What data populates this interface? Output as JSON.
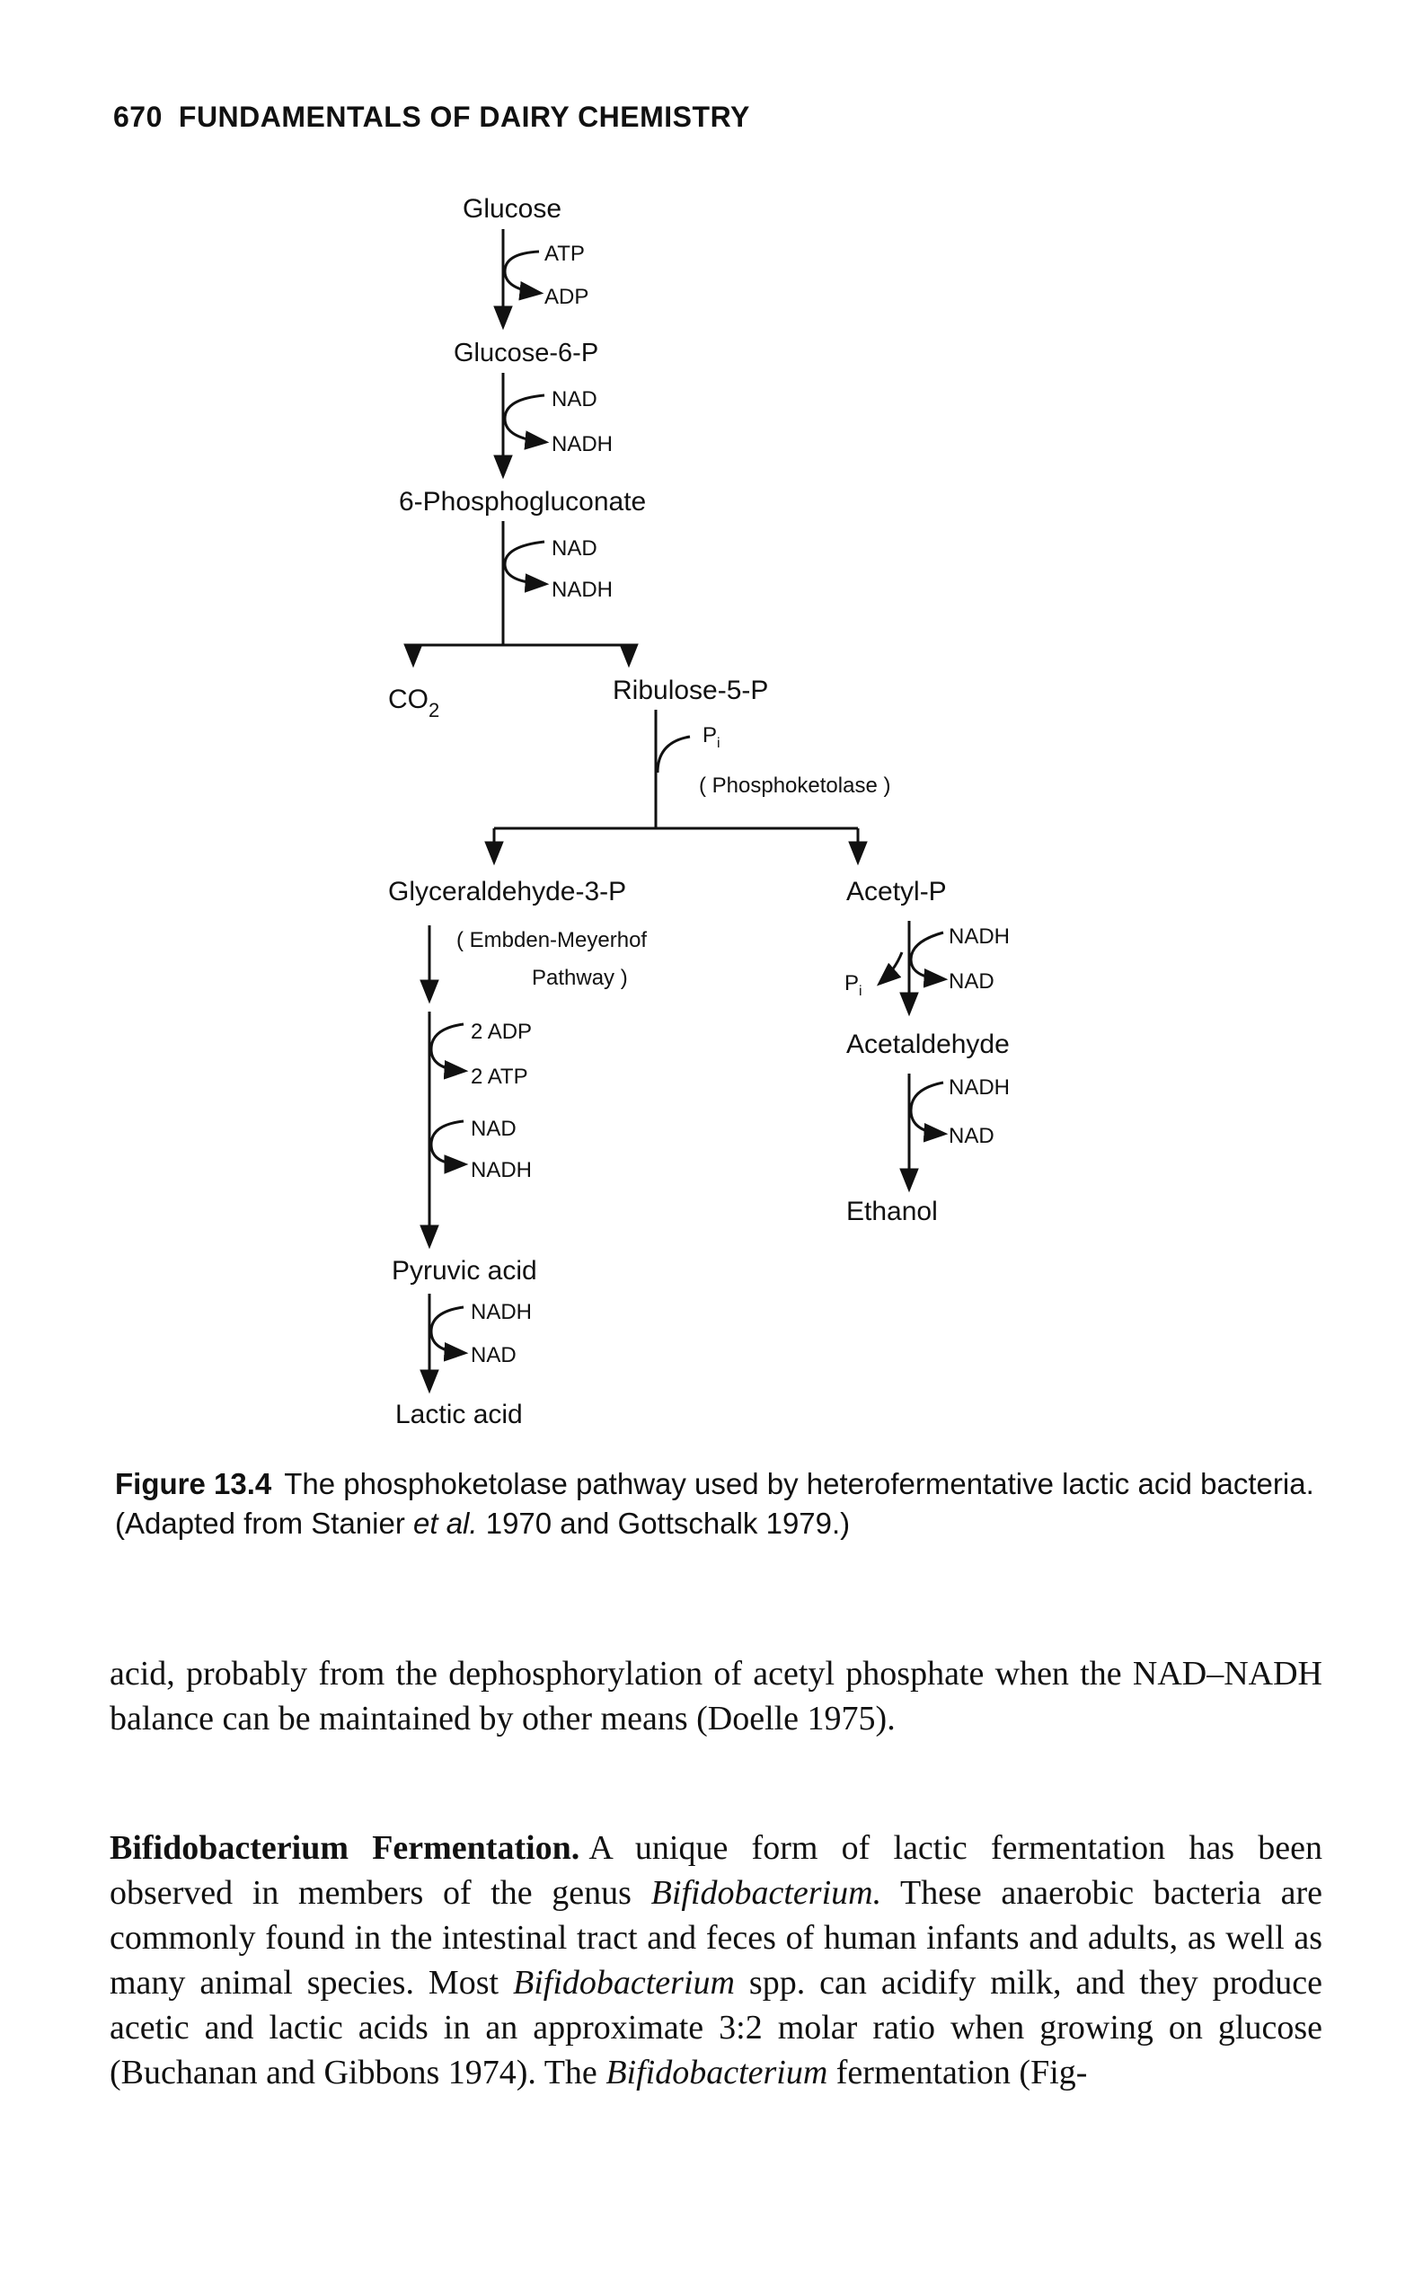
{
  "header": {
    "page_number": "670",
    "running_title": "FUNDAMENTALS OF DAIRY CHEMISTRY"
  },
  "diagram": {
    "glucose": "Glucose",
    "atp": "ATP",
    "adp": "ADP",
    "g6p": "Glucose-6-P",
    "nad_1": "NAD",
    "nadh_1": "NADH",
    "phosphogluconate": "6-Phosphogluconate",
    "nad_2": "NAD",
    "nadh_2": "NADH",
    "co2": "CO",
    "co2_sub": "2",
    "ribulose": "Ribulose-5-P",
    "pi_1": "P",
    "pi_1_sub": "i",
    "phosphoketolase": "( Phosphoketolase )",
    "glyceraldehyde": "Glyceraldehyde-3-P",
    "embden_1": "( Embden-Meyerhof",
    "embden_2": "Pathway )",
    "adp_2": "2 ADP",
    "atp_2": "2 ATP",
    "nad_3": "NAD",
    "nadh_3": "NADH",
    "pyruvic": "Pyruvic acid",
    "nadh_4": "NADH",
    "nad_4": "NAD",
    "lactic": "Lactic acid",
    "acetyl_p": "Acetyl-P",
    "nadh_5": "NADH",
    "pi_2": "P",
    "pi_2_sub": "i",
    "nad_5": "NAD",
    "acetaldehyde": "Acetaldehyde",
    "nadh_6": "NADH",
    "nad_6": "NAD",
    "ethanol": "Ethanol"
  },
  "caption": {
    "label": "Figure 13.4",
    "text_before": "The phosphoketolase pathway used by heterofermentative lactic acid bacteria. (Adapted from Stanier ",
    "text_italic": "et al.",
    "text_after": " 1970 and Gottschalk 1979.)"
  },
  "paragraph1": "acid, probably from the dephosphorylation of acetyl phosphate when the NAD–NADH balance can be maintained by other means (Doelle 1975).",
  "paragraph2": {
    "heading": "Bifidobacterium Fermentation.",
    "s1": "A unique form of lactic fermentation has been observed in members of the genus ",
    "genus1": "Bifidobacterium.",
    "s2": " These anaerobic bacteria are commonly found in the intestinal tract and feces of human infants and adults, as well as many animal species. Most ",
    "genus2": "Bifidobacterium",
    "s3": " spp. can acidify milk, and they produce acetic and lactic acids in an approximate 3:2 molar ratio when growing on glucose (Buchanan and Gibbons 1974). The ",
    "genus3": "Bifidobacterium",
    "s4": " fermentation (Fig-"
  }
}
